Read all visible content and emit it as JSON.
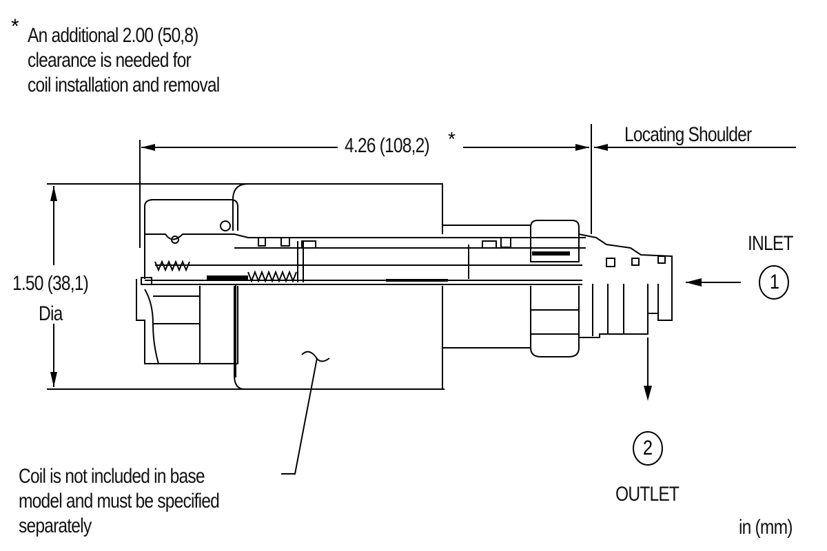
{
  "clearance_note": {
    "asterisk": "*",
    "lines": [
      "An additional 2.00 (50,8)",
      "clearance is needed for",
      "coil installation and removal"
    ]
  },
  "dimensions": {
    "length": "4.26 (108,2)",
    "length_asterisk": "*",
    "diameter": "1.50 (38,1)",
    "diameter_suffix": "Dia"
  },
  "labels": {
    "locating_shoulder": "Locating Shoulder",
    "inlet": "INLET",
    "outlet": "OUTLET",
    "units": "in (mm)"
  },
  "ports": {
    "inlet_number": "1",
    "outlet_number": "2"
  },
  "coil_note": {
    "lines": [
      "Coil is not included in base",
      "model and must be specified",
      "separately"
    ]
  }
}
